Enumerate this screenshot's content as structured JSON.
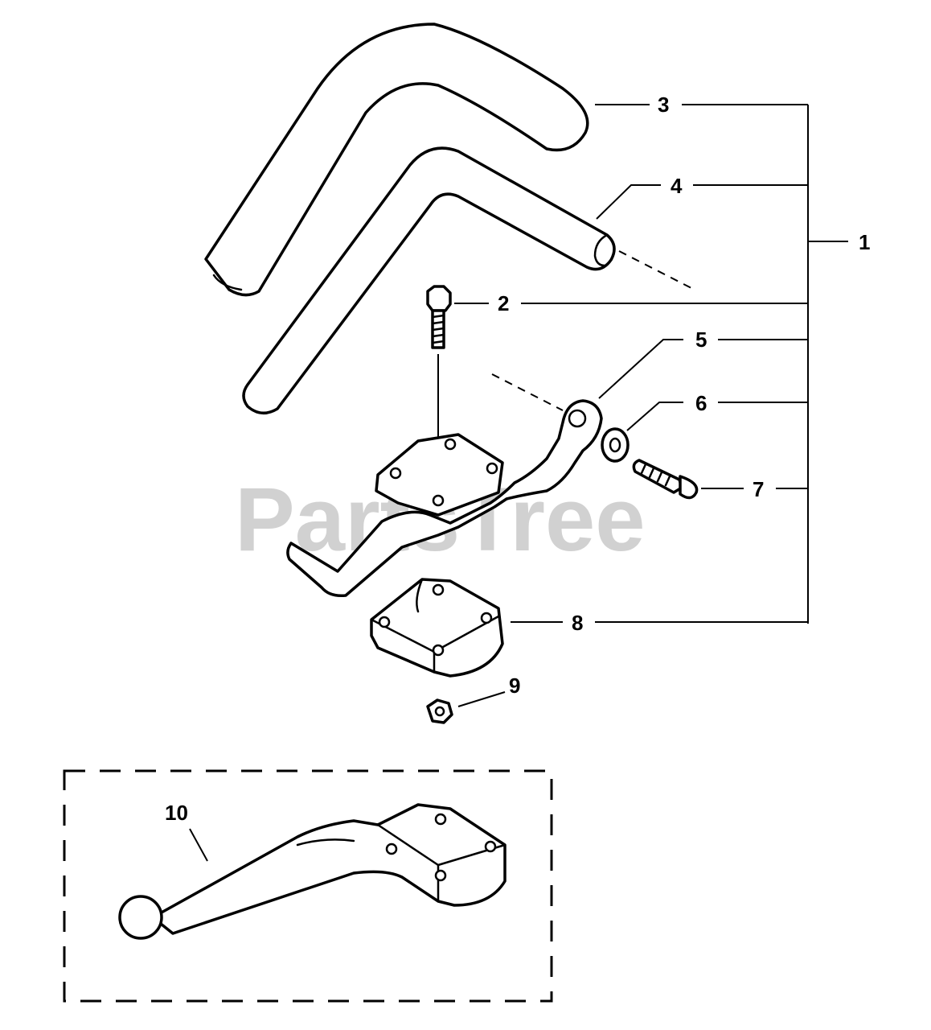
{
  "watermark": "PartsTree",
  "callouts": {
    "c1": "1",
    "c2": "2",
    "c3": "3",
    "c4": "4",
    "c5": "5",
    "c6": "6",
    "c7": "7",
    "c8": "8",
    "c9": "9",
    "c10": "10"
  }
}
